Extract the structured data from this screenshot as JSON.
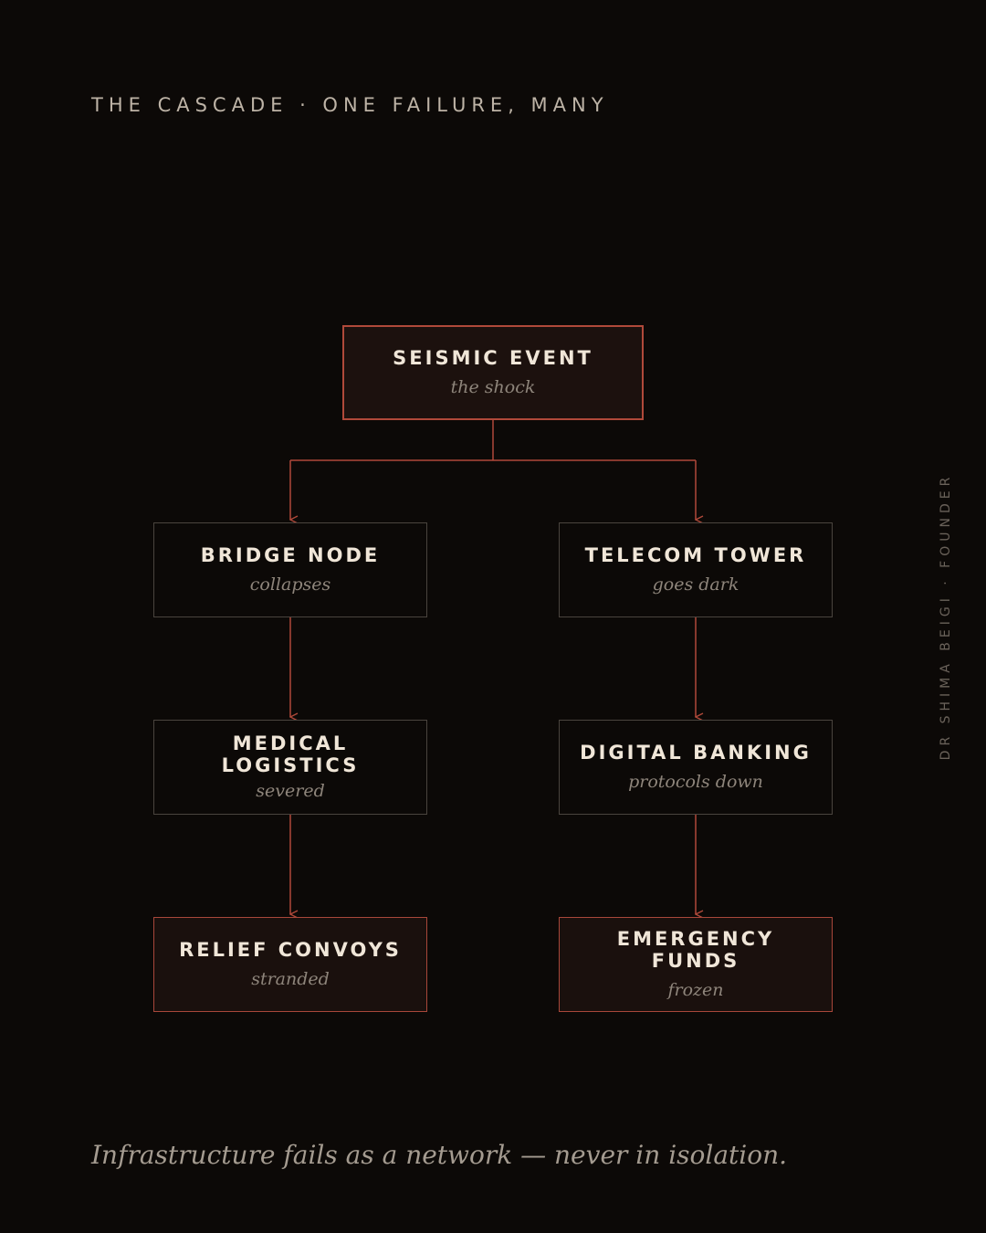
{
  "header": {
    "title": "THE CASCADE · ONE FAILURE, MANY"
  },
  "credit": {
    "text": "DR SHIMA BEIGI · FOUNDER"
  },
  "diagram": {
    "root": {
      "title": "SEISMIC EVENT",
      "subtitle": "the shock"
    },
    "left": [
      {
        "title": "BRIDGE NODE",
        "subtitle": "collapses"
      },
      {
        "title": "MEDICAL LOGISTICS",
        "subtitle": "severed"
      },
      {
        "title": "RELIEF CONVOYS",
        "subtitle": "stranded"
      }
    ],
    "right": [
      {
        "title": "TELECOM TOWER",
        "subtitle": "goes dark"
      },
      {
        "title": "DIGITAL BANKING",
        "subtitle": "protocols down"
      },
      {
        "title": "EMERGENCY FUNDS",
        "subtitle": "frozen"
      }
    ]
  },
  "footer": {
    "caption": "Infrastructure fails as a network — never in isolation."
  },
  "colors": {
    "background": "#0c0907",
    "accent": "#b0493a",
    "node_border": "#4a443e",
    "text_primary": "#f0e6d8",
    "text_muted": "#8e857b"
  }
}
